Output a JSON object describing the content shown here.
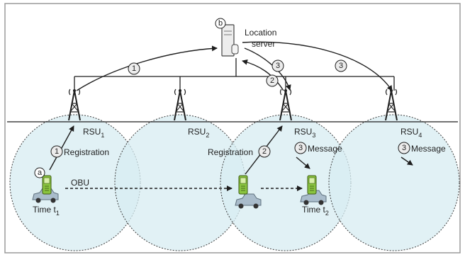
{
  "server": {
    "badge": "b",
    "label_line1": "Location",
    "label_line2": "server"
  },
  "rsu": [
    {
      "label": "RSU",
      "sub": "1"
    },
    {
      "label": "RSU",
      "sub": "2"
    },
    {
      "label": "RSU",
      "sub": "3"
    },
    {
      "label": "RSU",
      "sub": "4"
    }
  ],
  "steps": {
    "one": "1",
    "two": "2",
    "three": "3"
  },
  "labels": {
    "registration": "Registration",
    "message": "Message",
    "obu": "OBU",
    "time": "Time t",
    "time1_sub": "1",
    "time2_sub": "2",
    "vehicle_badge": "a"
  },
  "colors": {
    "cell_fill": "#d7ecf1",
    "frame": "#9a9a9a",
    "phone": "#8ac43f",
    "car_body": "#a9bccb",
    "ink": "#1e1e1e"
  }
}
